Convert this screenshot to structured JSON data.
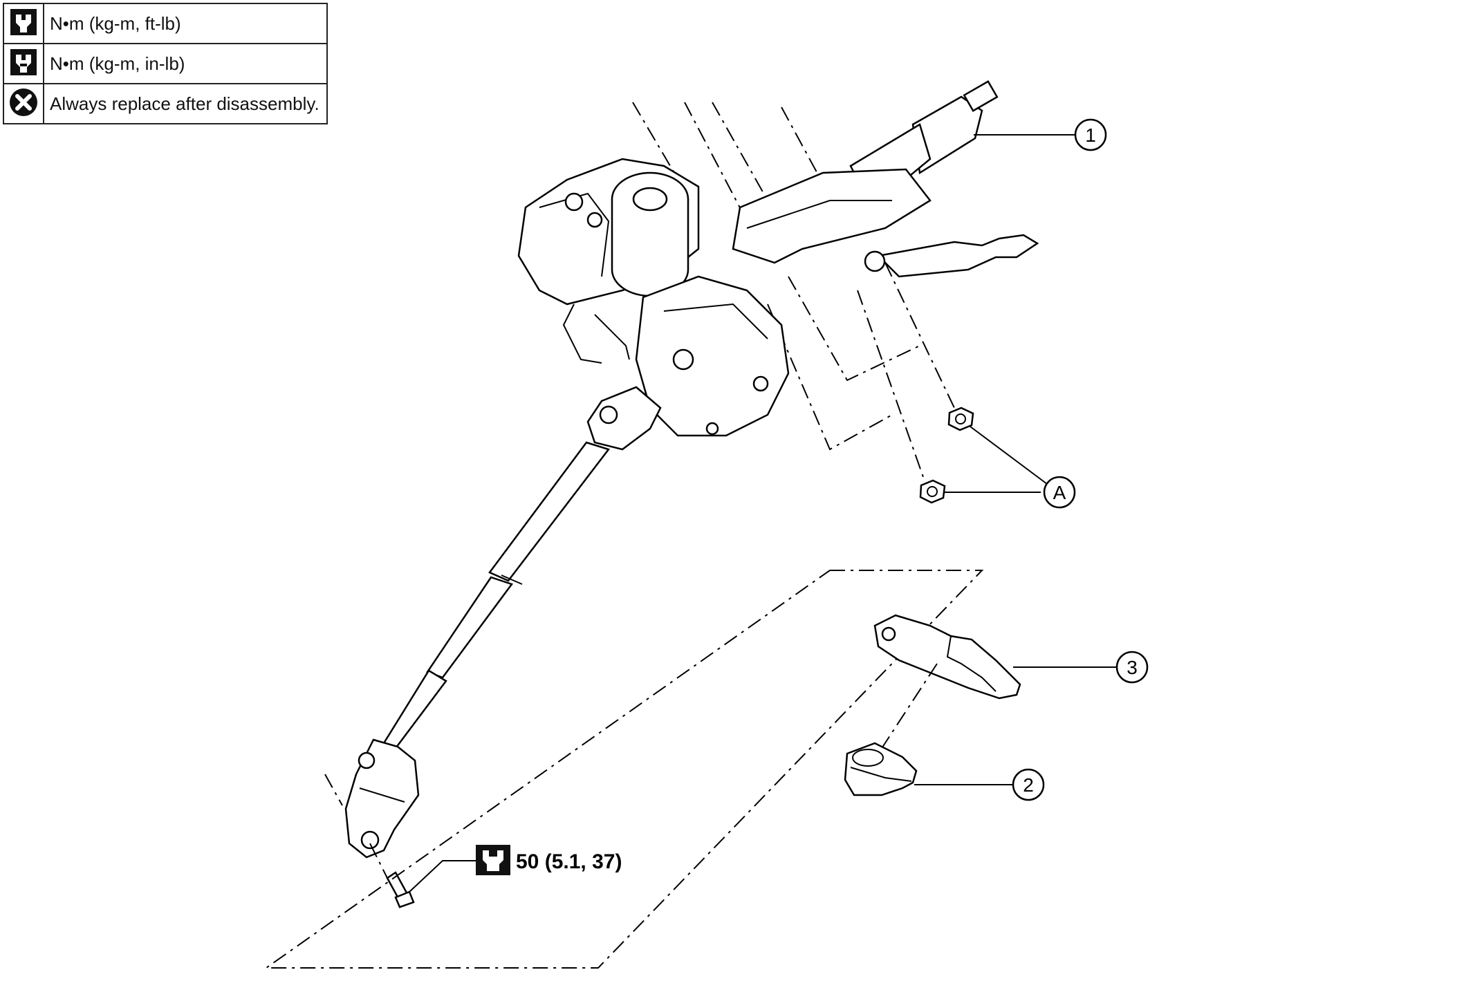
{
  "legend": {
    "rows": [
      {
        "icon": "torque-wrench-icon",
        "text": "N•m (kg-m, ft-lb)"
      },
      {
        "icon": "torque-wrench-small-icon",
        "text": "N•m (kg-m, in-lb)"
      },
      {
        "icon": "replace-part-icon",
        "text": "Always replace after disassembly."
      }
    ]
  },
  "callouts": {
    "c1": "1",
    "c2": "2",
    "c3": "3",
    "cA": "A"
  },
  "torque": {
    "spec": "50 (5.1, 37)"
  }
}
